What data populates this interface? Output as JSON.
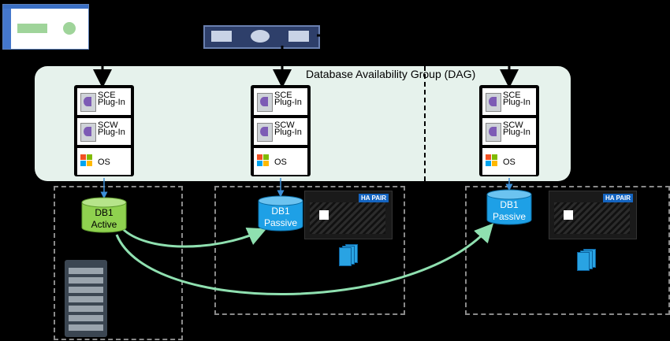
{
  "dag": {
    "title": "Database Availability Group (DAG)"
  },
  "servers": [
    {
      "tiles": [
        {
          "line1": "SCE",
          "line2": "Plug-In"
        },
        {
          "line1": "SCW",
          "line2": "Plug-In"
        },
        {
          "line1": "OS"
        }
      ]
    },
    {
      "tiles": [
        {
          "line1": "SCE",
          "line2": "Plug-In"
        },
        {
          "line1": "SCW",
          "line2": "Plug-In"
        },
        {
          "line1": "OS"
        }
      ]
    },
    {
      "tiles": [
        {
          "line1": "SCE",
          "line2": "Plug-In"
        },
        {
          "line1": "SCW",
          "line2": "Plug-In"
        },
        {
          "line1": "OS"
        }
      ]
    }
  ],
  "databases": [
    {
      "name": "DB1",
      "role": "Active",
      "color": "#8fd14f"
    },
    {
      "name": "DB1",
      "role": "Passive",
      "color": "#1ea0e6"
    },
    {
      "name": "DB1",
      "role": "Passive",
      "color": "#1ea0e6"
    }
  ],
  "ha_badge": "HA PAIR",
  "colors": {
    "dag_bg": "#e6f2ec",
    "replication_arrow": "#8fe0b0",
    "zone_border": "#8a8a8a"
  }
}
